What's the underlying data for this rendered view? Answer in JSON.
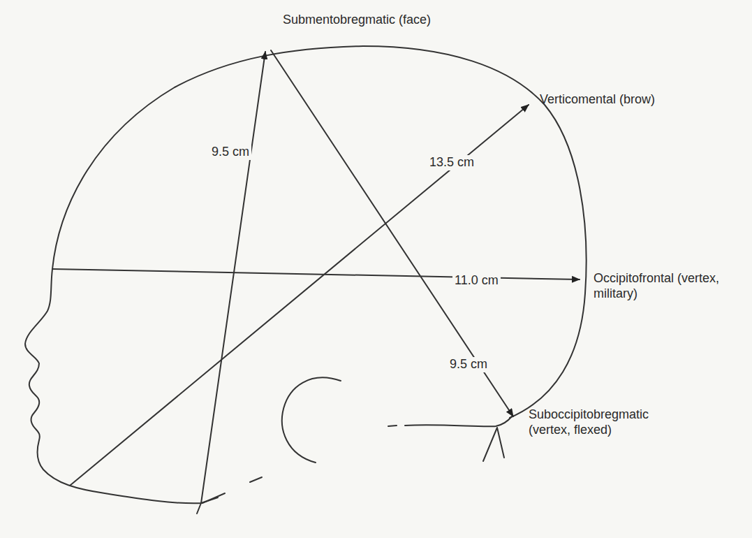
{
  "diagram": {
    "labels": [
      "Submentobregmatic (face)",
      "9.5 cm",
      "Verticomental (brow)",
      "13.5 cm",
      "11.0 cm",
      "Occipitofrontal (vertex, military)",
      "9.5 cm",
      "Suboccipitobregmatic (vertex, flexed)"
    ]
  }
}
